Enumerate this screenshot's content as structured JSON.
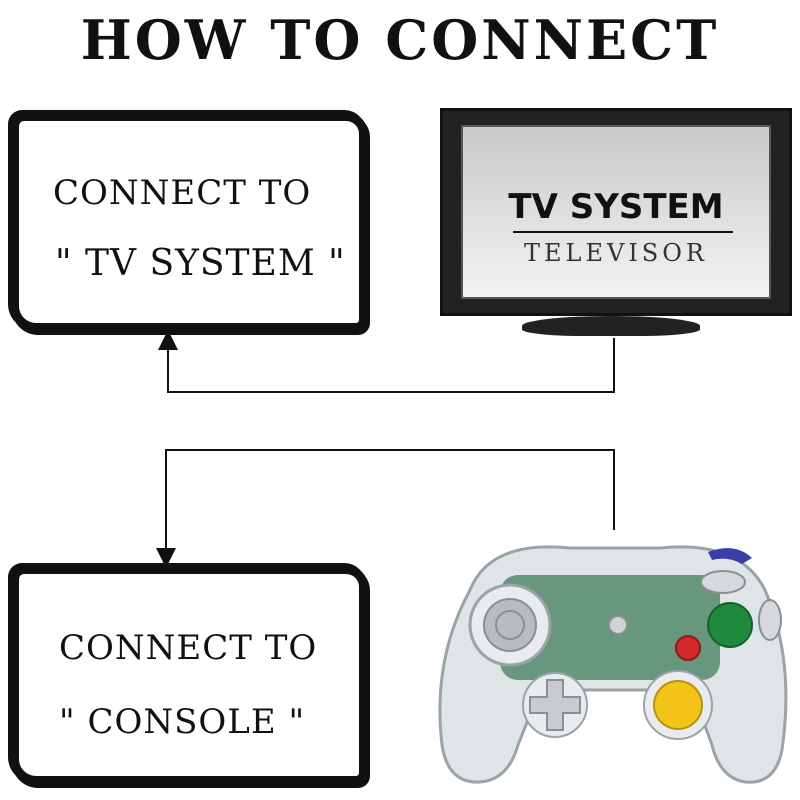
{
  "title": "How To Connect",
  "tv_box": {
    "line1": "Connect to",
    "line2": "\" TV  System \""
  },
  "tv_screen": {
    "label": "TV SYSTEM",
    "sublabel": "TELEVISOR"
  },
  "console_box": {
    "line1": "Connect to",
    "line2": "\" Console \""
  },
  "icons": [
    "television-icon",
    "game-controller-icon",
    "arrow-up-icon",
    "arrow-down-icon"
  ],
  "colors": {
    "ink": "#111111",
    "button_a": "#1f8a3b",
    "button_b": "#d42a2a",
    "button_c": "#f2c417",
    "button_z": "#3a3fa8"
  }
}
